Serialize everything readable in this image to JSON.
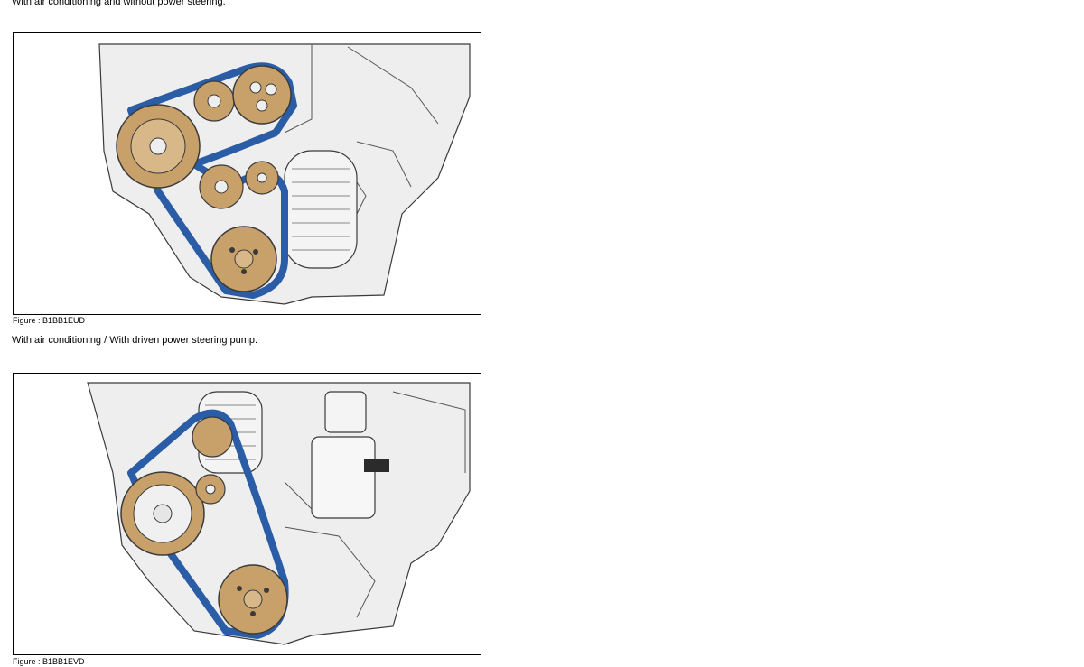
{
  "sections": [
    {
      "caption": "With air conditioning and without power steering.",
      "figure_label": "Figure : B1BB1EUD",
      "colors": {
        "belt": "#2a5da6",
        "pulley": "#c8a16a",
        "engine": "#eeeeee",
        "outline": "#3a3a3a"
      }
    },
    {
      "caption": "With air conditioning / With driven power steering pump.",
      "figure_label": "Figure : B1BB1EVD",
      "colors": {
        "belt": "#2a5da6",
        "pulley": "#c8a16a",
        "engine": "#eeeeee",
        "outline": "#3a3a3a"
      }
    }
  ]
}
